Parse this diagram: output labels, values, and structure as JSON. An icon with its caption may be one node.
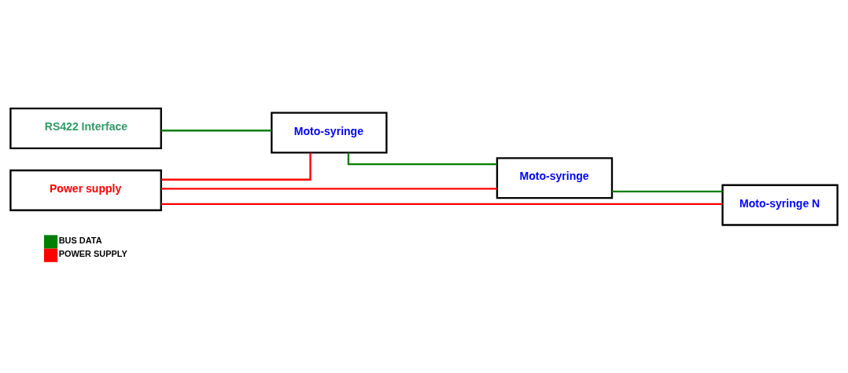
{
  "diagram": {
    "nodes": [
      {
        "text": [
          "RS422 Interface"
        ]
      },
      {
        "text": [
          "Power supply"
        ]
      },
      {
        "text": [
          "Moto-syringe"
        ]
      },
      {
        "text": [
          "Moto-syringe"
        ]
      },
      {
        "text": [
          "Moto-syringe N"
        ]
      }
    ],
    "edges": [
      {
        "from": 0,
        "to": 2,
        "arrow": "none",
        "color": "#007f00"
      },
      {
        "from": 2,
        "to": 3,
        "arrow": "none",
        "color": "#007f00"
      },
      {
        "from": 3,
        "to": 4,
        "arrow": "none",
        "color": "#007f00"
      },
      {
        "from": 1,
        "to": 2,
        "arrow": "none",
        "color": "#ff0000"
      },
      {
        "from": 1,
        "to": 3,
        "arrow": "none",
        "color": "#ff0000"
      },
      {
        "from": 1,
        "to": 4,
        "arrow": "none",
        "color": "#ff0000"
      }
    ],
    "legend": [
      {
        "text": "BUS DATA",
        "color": "#007f00"
      },
      {
        "text": "POWER SUPPLY",
        "color": "#ff0000"
      }
    ]
  }
}
